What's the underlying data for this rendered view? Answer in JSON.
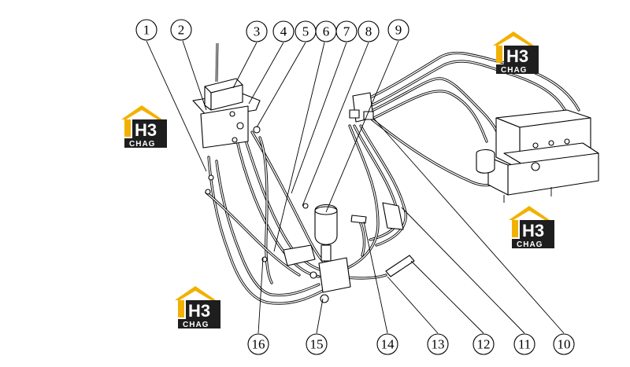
{
  "callouts": {
    "c1": "1",
    "c2": "2",
    "c3": "3",
    "c4": "4",
    "c5": "5",
    "c6": "6",
    "c7": "7",
    "c8": "8",
    "c9": "9",
    "c10": "10",
    "c11": "11",
    "c12": "12",
    "c13": "13",
    "c14": "14",
    "c15": "15",
    "c16": "16"
  },
  "logo": {
    "mark": "H3",
    "wordmark": "CHAG",
    "accent_color": "#f2b100",
    "bg_color": "#1e1e1e"
  }
}
